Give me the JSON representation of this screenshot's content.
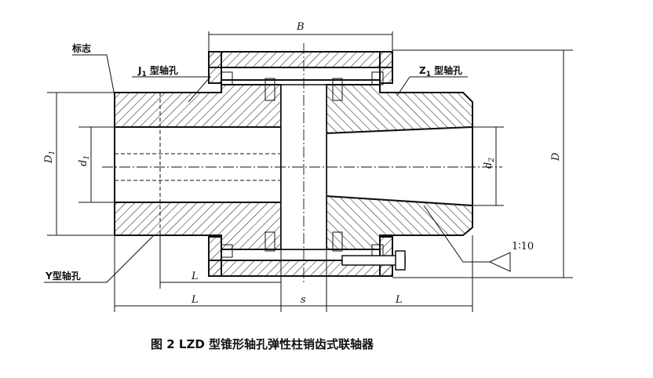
{
  "drawing": {
    "labels": {
      "marker": "标志",
      "j1_hole": "J",
      "j1_sub": "1",
      "j1_suffix": " 型轴孔",
      "z1_hole": "Z",
      "z1_sub": "1",
      "z1_suffix": " 型轴孔",
      "y_hole": "Y型轴孔",
      "taper": "1∶10"
    },
    "dimensions": {
      "B": "B",
      "D": "D",
      "D1": "D",
      "D1_sub": "1",
      "d1": "d",
      "d1_sub": "1",
      "d2": "d",
      "d2_sub": "2",
      "L_y": "L",
      "L_left": "L",
      "s": "s",
      "L_right": "L"
    },
    "caption": "图 2   LZD 型锥形轴孔弹性柱销齿式联轴器"
  }
}
